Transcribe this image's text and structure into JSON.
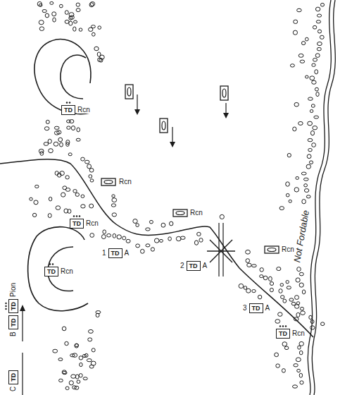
{
  "diagram": {
    "nodes": [
      {
        "text": [
          "TD",
          "Rcn"
        ]
      },
      {
        "text": [
          "TD",
          "Rcn"
        ]
      },
      {
        "text": [
          "1",
          "TD",
          "A"
        ]
      },
      {
        "text": [
          "2",
          "TD",
          "A"
        ]
      },
      {
        "text": [
          "TD",
          "Rcn"
        ]
      },
      {
        "text": [
          "TD",
          "Pion"
        ]
      },
      {
        "text": [
          "3",
          "TD",
          "A"
        ]
      },
      {
        "text": [
          "B",
          "TD"
        ]
      },
      {
        "text": [
          "TD",
          "Rcn"
        ]
      },
      {
        "text": [
          "C",
          "TD"
        ]
      }
    ],
    "labels": [
      "Rcn",
      "Rcn",
      "Rcn",
      "Not Fordable"
    ]
  }
}
